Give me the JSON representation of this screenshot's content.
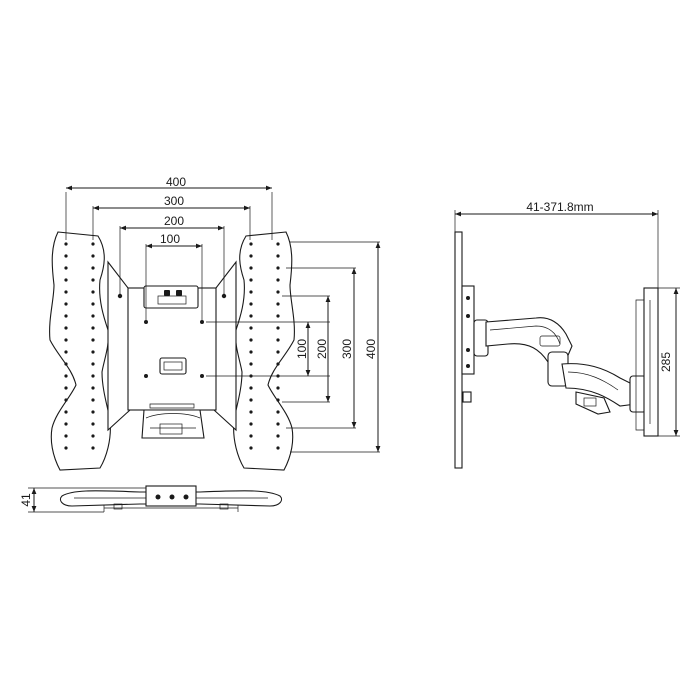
{
  "front_view": {
    "width_dims": [
      "400",
      "300",
      "200",
      "100"
    ],
    "height_dims": [
      "100",
      "200",
      "300",
      "400"
    ]
  },
  "bottom_view": {
    "depth_dim": "41"
  },
  "side_view": {
    "extension_dim": "41-371.8mm",
    "height_dim": "285"
  }
}
